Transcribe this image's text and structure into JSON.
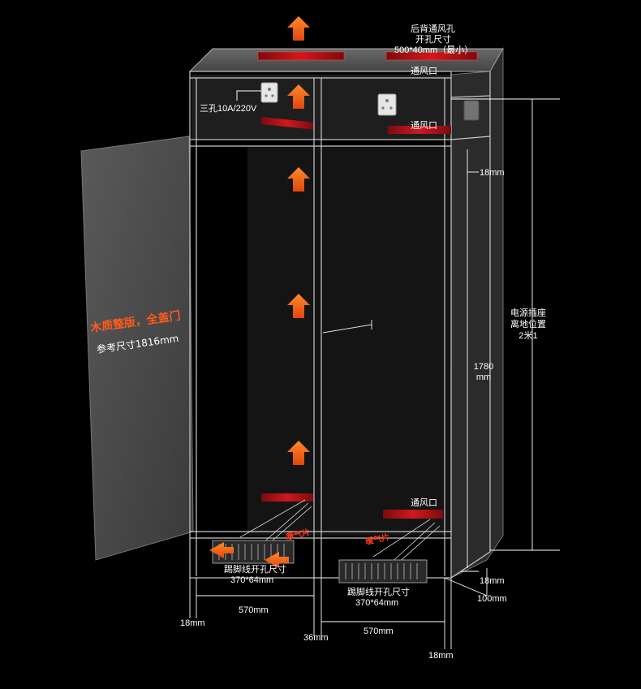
{
  "labels": {
    "rear_vent_title": "后背通风孔",
    "rear_vent_sub": "开孔尺寸",
    "rear_vent_size": "500*40mm（最小）",
    "vent_top_right": "通风口",
    "vent_inner_right": "通风口",
    "vent_bottom_right": "通风口",
    "socket_spec": "三孔10A/220V",
    "door_title": "木质整版，全盖门",
    "door_ref": "参考尺寸1816mm",
    "shelf_gap": "18mm",
    "height_value": "1780",
    "height_unit": "mm",
    "socket_height_1": "电源插座",
    "socket_height_2": "离地位置",
    "socket_height_3": "2米1",
    "heater_left": "暖气片",
    "heater_right": "暖气片",
    "kick_left_1": "踢脚线开孔尺寸",
    "kick_left_2": "370*64mm",
    "kick_right_1": "踢脚线开孔尺寸",
    "kick_right_2": "370*64mm",
    "base_gap": "18mm",
    "depth_gap": "100mm",
    "left_board": "18mm",
    "width_left": "570mm",
    "middle_board": "36mm",
    "width_right": "570mm",
    "right_board": "18mm"
  },
  "colors": {
    "background": "#000000",
    "accent_orange": "#ff6a1a",
    "vent_red": "#c0141a",
    "cabinet_line": "#bdbdbd",
    "door_gray": "#4a4a4a"
  },
  "icons": [
    "up-arrow-icon",
    "socket-icon",
    "vent-slot-icon",
    "kick-grille-icon"
  ]
}
